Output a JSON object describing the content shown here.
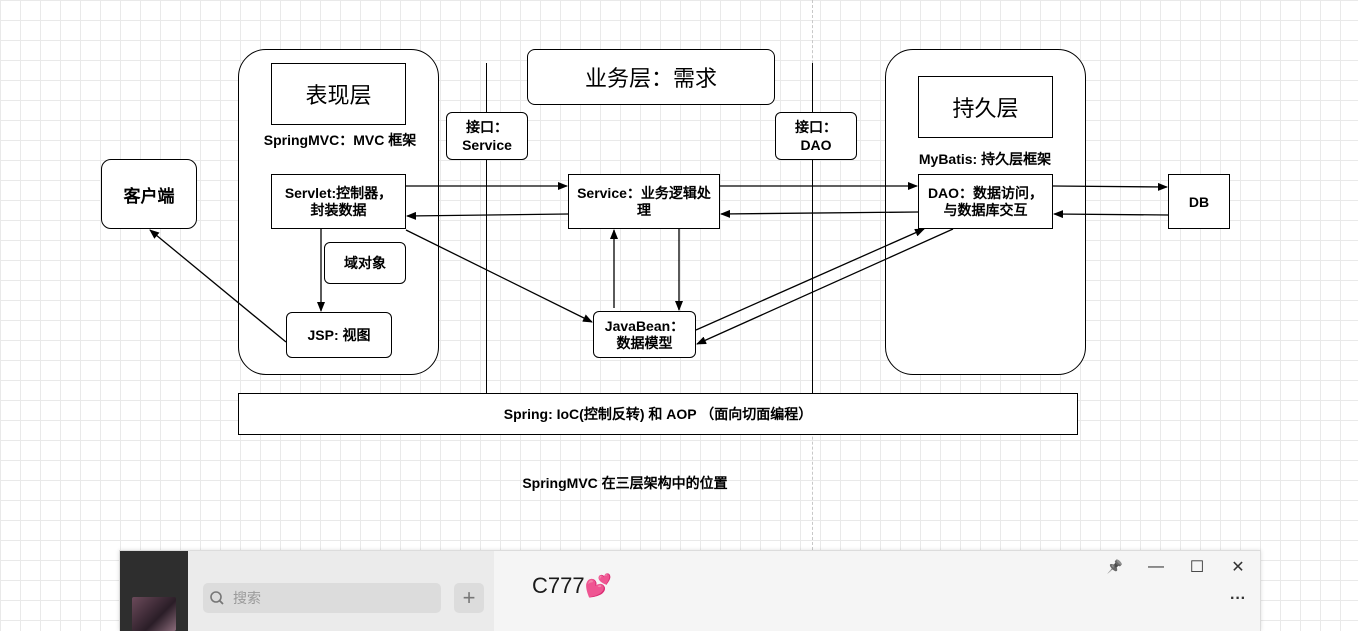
{
  "diagram": {
    "presentation_layer": {
      "title": "表现层",
      "framework": "SpringMVC：MVC 框架"
    },
    "business_layer": {
      "title": "业务层：需求"
    },
    "persistence_layer": {
      "title": "持久层",
      "framework": "MyBatis: 持久层框架"
    },
    "client": "客户端",
    "servlet": {
      "line1": "Servlet:控制器，",
      "line2": "封装数据"
    },
    "domain_object": "域对象",
    "jsp": "JSP: 视图",
    "iface_service": {
      "line1": "接口：",
      "line2": "Service"
    },
    "iface_dao": {
      "line1": "接口：",
      "line2": "DAO"
    },
    "service": {
      "line1": "Service：业务逻辑处",
      "line2": "理"
    },
    "javabean": {
      "line1": "JavaBean：",
      "line2": "数据模型"
    },
    "dao": {
      "line1": "DAO：数据访问，",
      "line2": "与数据库交互"
    },
    "db": "DB",
    "spring_bar": "Spring: IoC(控制反转) 和 AOP （面向切面编程）",
    "caption": "SpringMVC 在三层架构中的位置"
  },
  "chat_window": {
    "search_placeholder": "搜索",
    "plus_label": "+",
    "contact_name": "C777💕",
    "controls": {
      "pin": "📌",
      "minimize": "—",
      "maximize": "☐",
      "close": "✕",
      "more": "···"
    }
  }
}
